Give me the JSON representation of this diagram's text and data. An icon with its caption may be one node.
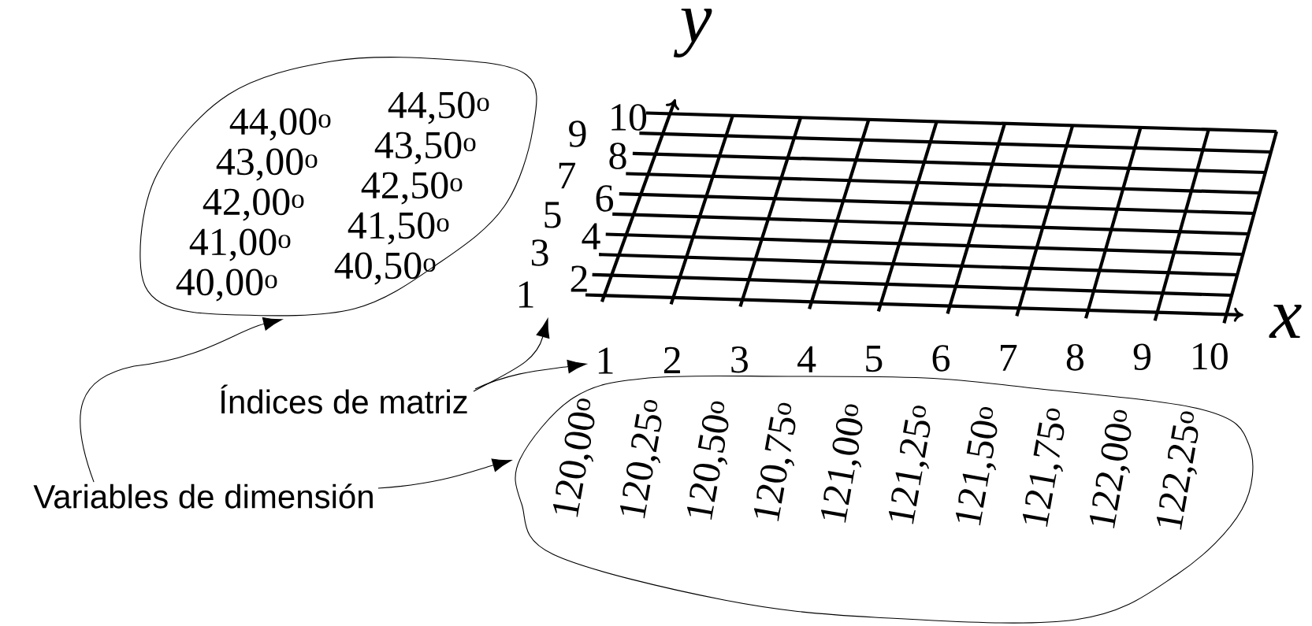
{
  "diagram": {
    "nodes": [
      {
        "text": [
          "44,00$^{o}$",
          "44,50$^{o}$",
          "43,00$^{o}$",
          "43,50$^{o}$",
          "42,00$^{o}$",
          "42,50$^{o}$",
          "41,00$^{o}$",
          "41,50$^{o}$",
          "40,00$^{o}$",
          "40,50$^{o}$"
        ]
      },
      {
        "text": [
          "120,00$^{o}$",
          "120,25$^{o}$",
          "120,50$^{o}$",
          "120,75$^{o}$",
          "121,00$^{o}$",
          "121,25$^{o}$",
          "121,50$^{o}$",
          "121,75$^{o}$",
          "122,00$^{o}$",
          "122,25$^{o}$"
        ]
      },
      {
        "text": [
          "Índices de matriz"
        ]
      },
      {
        "text": [
          "Variables de dimensión"
        ]
      },
      {
        "text": [
          "1"
        ]
      },
      {
        "text": [
          "1"
        ]
      }
    ],
    "edges": [
      {
        "from": 3,
        "to": 0,
        "arrow": "to"
      },
      {
        "from": 2,
        "to": 4,
        "arrow": "to"
      },
      {
        "from": 2,
        "to": 5,
        "arrow": "to"
      },
      {
        "from": 3,
        "to": 1,
        "arrow": "to"
      }
    ],
    "labels": [
      "y",
      "10",
      "9",
      "8",
      "7",
      "6",
      "5",
      "4",
      "3",
      "2",
      "x",
      "2",
      "3",
      "4",
      "5",
      "6",
      "7",
      "8",
      "9",
      "10"
    ]
  }
}
